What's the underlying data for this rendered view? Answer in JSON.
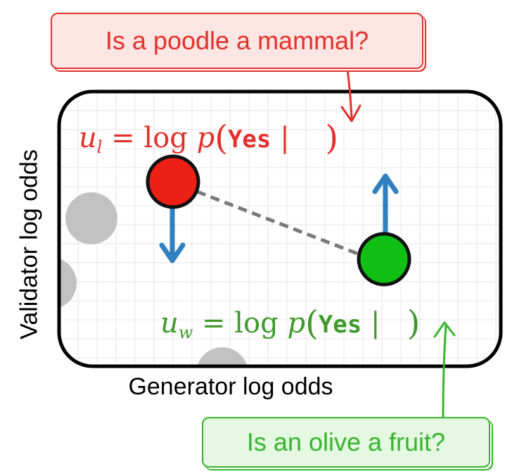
{
  "callouts": {
    "top": "Is a poodle a mammal?",
    "bottom": "Is an olive a fruit?"
  },
  "formulas": {
    "loser": {
      "var": "u",
      "sub": "l",
      "eq": " = log ",
      "p": "p",
      "yes": "Yes",
      "bar": "|"
    },
    "winner": {
      "var": "u",
      "sub": "w",
      "eq": " = log ",
      "p": "p",
      "yes": "Yes",
      "bar": "|"
    }
  },
  "axes": {
    "x_label": "Generator log odds",
    "y_label": "Validator log odds"
  },
  "colors": {
    "red": "#e3302b",
    "green": "#3f9a2b",
    "blue_arrow": "#2f7fc1",
    "gray_dot": "#c2c2c2",
    "grid": "#e6e6e6",
    "frame": "#000000"
  }
}
